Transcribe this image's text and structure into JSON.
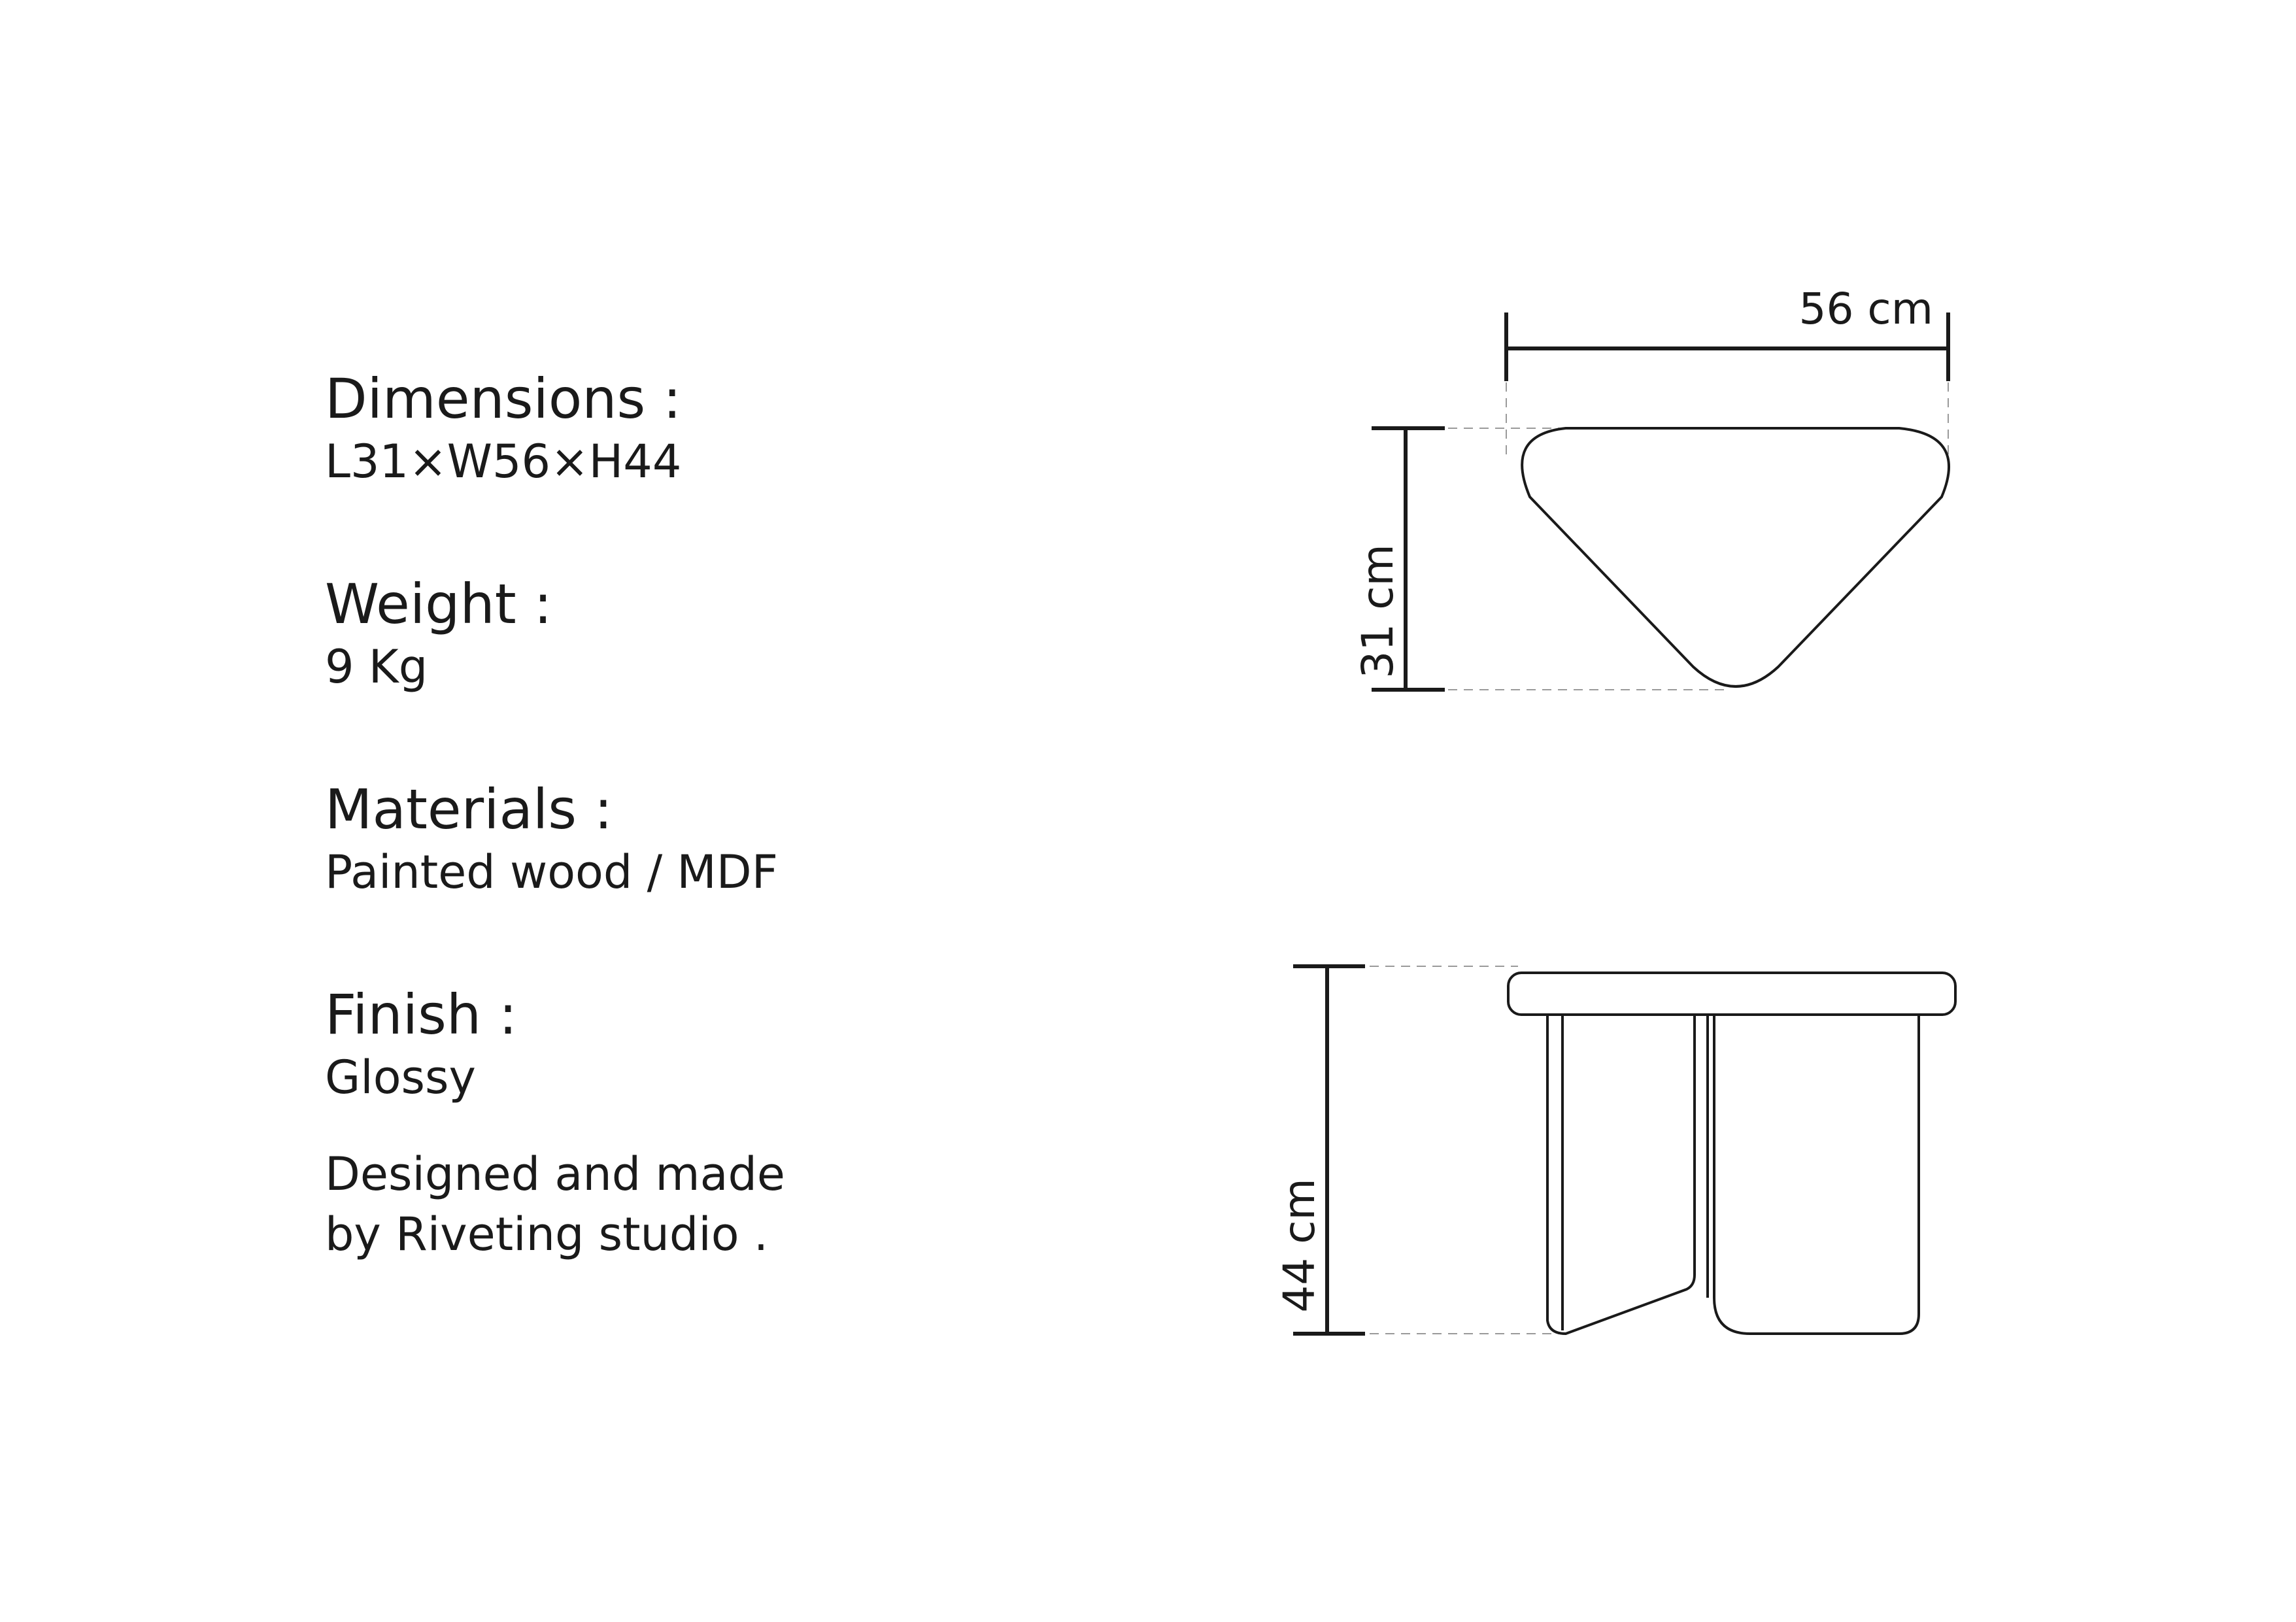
{
  "specs": {
    "dimensions": {
      "label": "Dimensions :",
      "value": "L31×W56×H44"
    },
    "weight": {
      "label": "Weight :",
      "value": "9 Kg"
    },
    "materials": {
      "label": "Materials :",
      "value": "Painted wood / MDF"
    },
    "finish": {
      "label": "Finish :",
      "value": "Glossy"
    }
  },
  "credit": {
    "line1": "Designed and made",
    "line2": "by Riveting studio ."
  },
  "diagram": {
    "top_view": {
      "width_label": "56 cm",
      "depth_label": "31 cm"
    },
    "side_view": {
      "height_label": "44 cm"
    },
    "line_color": "#1a1a1a",
    "guide_color": "#9a9a9a"
  }
}
